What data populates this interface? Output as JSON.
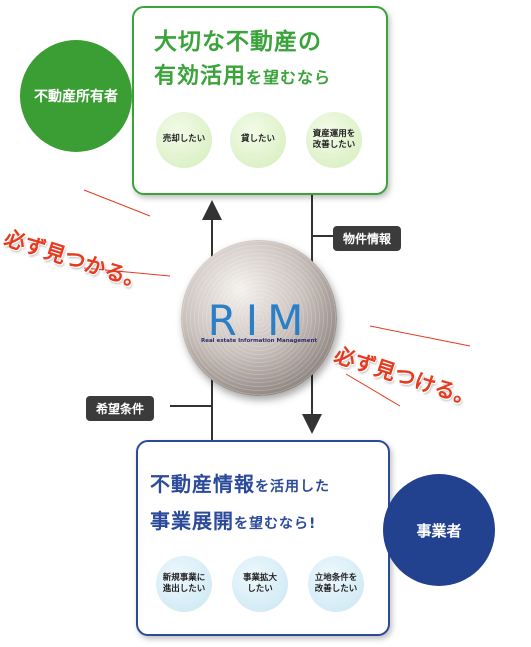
{
  "owner": {
    "circle_label": "不動産所有者",
    "headline_line1": "大切な不動産の",
    "headline_line2_main": "有効活用",
    "headline_line2_rest": "を望むなら",
    "bubbles": [
      "売却したい",
      "貸したい",
      "資産運用を\n改善したい"
    ]
  },
  "business": {
    "circle_label": "事業者",
    "headline_line1_main": "不動産情報",
    "headline_line1_rest": "を活用した",
    "headline_line2_main": "事業展開",
    "headline_line2_rest": "を望むなら!",
    "bubbles": [
      "新規事業に\n進出したい",
      "事業拡大\nしたい",
      "立地条件を\n改善したい"
    ]
  },
  "tags": {
    "property_info": "物件情報",
    "wish_conditions": "希望条件"
  },
  "slogans": {
    "left": "必ず見つかる。",
    "right": "必ず見つける。"
  },
  "rim": {
    "logo": "RIM",
    "subtitle": "Real estate Information Management"
  },
  "colors": {
    "owner_green": "#3b9e35",
    "business_blue": "#22418f",
    "slogan_red": "#e63b1f",
    "logo_blue": "#2b7fc7"
  }
}
